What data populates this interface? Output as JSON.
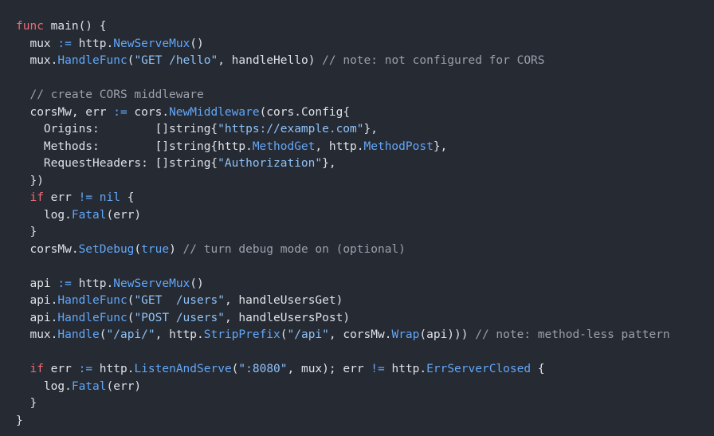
{
  "colors": {
    "background": "#252a33",
    "text": "#dfe2e7",
    "keyword": "#ef6b73",
    "function": "#63a7f7",
    "string": "#8fc2f7",
    "comment": "#9aa1ab"
  },
  "code_lines": [
    [
      {
        "t": "kw",
        "v": "func"
      },
      {
        "t": "plain",
        "v": " main() {"
      }
    ],
    [
      {
        "t": "plain",
        "v": "  mux "
      },
      {
        "t": "op",
        "v": ":="
      },
      {
        "t": "plain",
        "v": " http."
      },
      {
        "t": "fn",
        "v": "NewServeMux"
      },
      {
        "t": "plain",
        "v": "()"
      }
    ],
    [
      {
        "t": "plain",
        "v": "  mux."
      },
      {
        "t": "fn",
        "v": "HandleFunc"
      },
      {
        "t": "plain",
        "v": "("
      },
      {
        "t": "str",
        "v": "\"GET /hello\""
      },
      {
        "t": "plain",
        "v": ", handleHello) "
      },
      {
        "t": "cm",
        "v": "// note: not configured for CORS"
      }
    ],
    [],
    [
      {
        "t": "cm",
        "v": "  // create CORS middleware"
      }
    ],
    [
      {
        "t": "plain",
        "v": "  corsMw, err "
      },
      {
        "t": "op",
        "v": ":="
      },
      {
        "t": "plain",
        "v": " cors."
      },
      {
        "t": "fn",
        "v": "NewMiddleware"
      },
      {
        "t": "plain",
        "v": "(cors.Config{"
      }
    ],
    [
      {
        "t": "plain",
        "v": "    Origins:        []string{"
      },
      {
        "t": "str",
        "v": "\"https://example.com\""
      },
      {
        "t": "plain",
        "v": "},"
      }
    ],
    [
      {
        "t": "plain",
        "v": "    Methods:        []string{http."
      },
      {
        "t": "fn",
        "v": "MethodGet"
      },
      {
        "t": "plain",
        "v": ", http."
      },
      {
        "t": "fn",
        "v": "MethodPost"
      },
      {
        "t": "plain",
        "v": "},"
      }
    ],
    [
      {
        "t": "plain",
        "v": "    RequestHeaders: []string{"
      },
      {
        "t": "str",
        "v": "\"Authorization\""
      },
      {
        "t": "plain",
        "v": "},"
      }
    ],
    [
      {
        "t": "plain",
        "v": "  })"
      }
    ],
    [
      {
        "t": "plain",
        "v": "  "
      },
      {
        "t": "kw",
        "v": "if"
      },
      {
        "t": "plain",
        "v": " err "
      },
      {
        "t": "op",
        "v": "!="
      },
      {
        "t": "plain",
        "v": " "
      },
      {
        "t": "op",
        "v": "nil"
      },
      {
        "t": "plain",
        "v": " {"
      }
    ],
    [
      {
        "t": "plain",
        "v": "    log."
      },
      {
        "t": "fn",
        "v": "Fatal"
      },
      {
        "t": "plain",
        "v": "(err)"
      }
    ],
    [
      {
        "t": "plain",
        "v": "  }"
      }
    ],
    [
      {
        "t": "plain",
        "v": "  corsMw."
      },
      {
        "t": "fn",
        "v": "SetDebug"
      },
      {
        "t": "plain",
        "v": "("
      },
      {
        "t": "op",
        "v": "true"
      },
      {
        "t": "plain",
        "v": ") "
      },
      {
        "t": "cm",
        "v": "// turn debug mode on (optional)"
      }
    ],
    [],
    [
      {
        "t": "plain",
        "v": "  api "
      },
      {
        "t": "op",
        "v": ":="
      },
      {
        "t": "plain",
        "v": " http."
      },
      {
        "t": "fn",
        "v": "NewServeMux"
      },
      {
        "t": "plain",
        "v": "()"
      }
    ],
    [
      {
        "t": "plain",
        "v": "  api."
      },
      {
        "t": "fn",
        "v": "HandleFunc"
      },
      {
        "t": "plain",
        "v": "("
      },
      {
        "t": "str",
        "v": "\"GET  /users\""
      },
      {
        "t": "plain",
        "v": ", handleUsersGet)"
      }
    ],
    [
      {
        "t": "plain",
        "v": "  api."
      },
      {
        "t": "fn",
        "v": "HandleFunc"
      },
      {
        "t": "plain",
        "v": "("
      },
      {
        "t": "str",
        "v": "\"POST /users\""
      },
      {
        "t": "plain",
        "v": ", handleUsersPost)"
      }
    ],
    [
      {
        "t": "plain",
        "v": "  mux."
      },
      {
        "t": "fn",
        "v": "Handle"
      },
      {
        "t": "plain",
        "v": "("
      },
      {
        "t": "str",
        "v": "\"/api/\""
      },
      {
        "t": "plain",
        "v": ", http."
      },
      {
        "t": "fn",
        "v": "StripPrefix"
      },
      {
        "t": "plain",
        "v": "("
      },
      {
        "t": "str",
        "v": "\"/api\""
      },
      {
        "t": "plain",
        "v": ", corsMw."
      },
      {
        "t": "fn",
        "v": "Wrap"
      },
      {
        "t": "plain",
        "v": "(api))) "
      },
      {
        "t": "cm",
        "v": "// note: method-less pattern"
      }
    ],
    [],
    [
      {
        "t": "plain",
        "v": "  "
      },
      {
        "t": "kw",
        "v": "if"
      },
      {
        "t": "plain",
        "v": " err "
      },
      {
        "t": "op",
        "v": ":="
      },
      {
        "t": "plain",
        "v": " http."
      },
      {
        "t": "fn",
        "v": "ListenAndServe"
      },
      {
        "t": "plain",
        "v": "("
      },
      {
        "t": "str",
        "v": "\":8080\""
      },
      {
        "t": "plain",
        "v": ", mux); err "
      },
      {
        "t": "op",
        "v": "!="
      },
      {
        "t": "plain",
        "v": " http."
      },
      {
        "t": "fn",
        "v": "ErrServerClosed"
      },
      {
        "t": "plain",
        "v": " {"
      }
    ],
    [
      {
        "t": "plain",
        "v": "    log."
      },
      {
        "t": "fn",
        "v": "Fatal"
      },
      {
        "t": "plain",
        "v": "(err)"
      }
    ],
    [
      {
        "t": "plain",
        "v": "  }"
      }
    ],
    [
      {
        "t": "plain",
        "v": "}"
      }
    ]
  ]
}
